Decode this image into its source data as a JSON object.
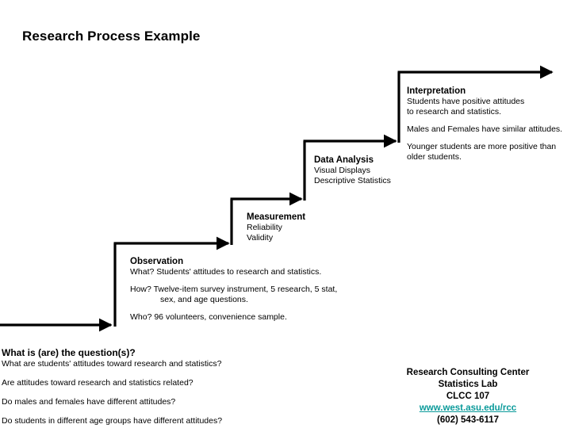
{
  "page": {
    "title": "Research Process Example",
    "background_color": "#ffffff",
    "arrow_color": "#000000",
    "link_color": "#0a9a9a"
  },
  "stages": [
    {
      "key": "observation",
      "title": "Observation",
      "lines": [
        "What?  Students' attitudes to research and statistics.",
        "",
        "How?  Twelve-item survey instrument, 5 research, 5 stat,",
        "sex, and age questions.",
        "",
        "Who?  96 volunteers, convenience sample."
      ]
    },
    {
      "key": "measurement",
      "title": "Measurement",
      "lines": [
        "Reliability",
        "Validity"
      ]
    },
    {
      "key": "data-analysis",
      "title": "Data Analysis",
      "lines": [
        "Visual Displays",
        "Descriptive Statistics"
      ]
    },
    {
      "key": "interpretation",
      "title": "Interpretation",
      "lines": [
        "Students have positive attitudes",
        "to research and statistics.",
        "",
        "Males and Females have similar attitudes.",
        "",
        "Younger students are more positive than",
        "older students."
      ]
    }
  ],
  "observation": {
    "title": "Observation",
    "line1": "What?  Students' attitudes to research and statistics.",
    "line2": "How?  Twelve-item survey instrument, 5 research, 5 stat,",
    "line3": "sex, and age questions.",
    "line4": "Who?  96 volunteers, convenience sample."
  },
  "measurement": {
    "title": "Measurement",
    "line1": "Reliability",
    "line2": "Validity"
  },
  "data_analysis": {
    "title": "Data Analysis",
    "line1": "Visual Displays",
    "line2": "Descriptive Statistics"
  },
  "interpretation": {
    "title": "Interpretation",
    "line1": "Students have positive attitudes",
    "line2": "to research and statistics.",
    "line3": "Males and Females have similar attitudes.",
    "line4": "Younger students are more positive than",
    "line5": "older students."
  },
  "questions": {
    "heading": "What is (are) the question(s)?",
    "items": [
      "What are students' attitudes toward research and statistics?",
      "Are attitudes toward research and statistics related?",
      "Do males and females have different attitudes?",
      "Do students in different age groups have different attitudes?"
    ],
    "item1": "What are students' attitudes toward research and statistics?",
    "item2": "Are attitudes toward research and statistics related?",
    "item3": "Do males and females have different attitudes?",
    "item4": "Do students in different age groups have different attitudes?"
  },
  "footer": {
    "line1": "Research Consulting Center",
    "line2": "Statistics Lab",
    "line3": "CLCC 107",
    "url": "www.west.asu.edu/rcc",
    "phone": "(602) 543-6117"
  }
}
